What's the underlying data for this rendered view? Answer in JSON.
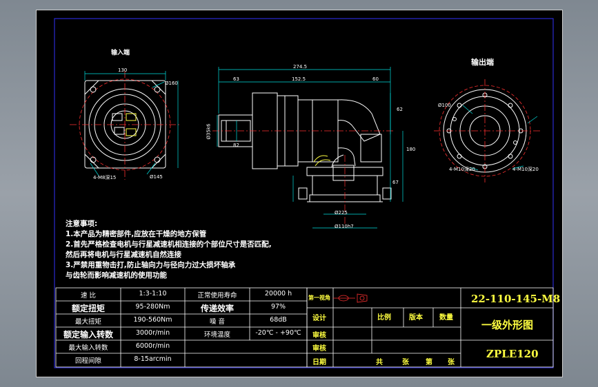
{
  "views": {
    "input_end_label": "输入端",
    "output_end_label": "输出端"
  },
  "dimensions": {
    "input_width": "130",
    "input_circle": "Ø160",
    "input_bottom": "Ø145",
    "input_holes": "4-M8深15",
    "overall_length": "274.5",
    "body_length": "152.5",
    "shaft_length": "63",
    "right_offset": "60",
    "height_up": "62",
    "height_total": "180",
    "right_height": "67",
    "flange": "Ø225",
    "base_dia": "Ø110h7",
    "out_circle": "Ø100",
    "out_holes_a": "4-M10深20",
    "out_holes_b": "4-M10深20",
    "shaft_dia_a": "Ø35k6",
    "shaft_dia_b": "82"
  },
  "notes": {
    "title": "注意事项:",
    "lines": [
      "1.本产品为精密部件,应放在干燥的地方保管",
      "2.首先严格检查电机与行星减速机相连接的个部位尺寸是否匹配,",
      "然后再将电机与行星减速机自然连接",
      "3.严禁用重物击打,防止轴向力与径向力过大损坏轴承",
      "与齿轮而影响减速机的使用功能"
    ]
  },
  "specs": [
    [
      "速  比",
      "1:3-1:10",
      "正常使用寿命",
      "20000 h"
    ],
    [
      "额定扭矩",
      "95-280Nm",
      "传递效率",
      "97%"
    ],
    [
      "最大扭矩",
      "190-560Nm",
      "噪  音",
      "68dB"
    ],
    [
      "额定输入转数",
      "3000r/min",
      "环境温度",
      "-20℃ - +90℃"
    ],
    [
      "最大输入转数",
      "6000r/min",
      "",
      ""
    ],
    [
      "回程间隙",
      "8-15arcmin",
      "",
      ""
    ]
  ],
  "title_block": {
    "projection_label": "第一视角",
    "rows": [
      "设计",
      "审核",
      "审核",
      "日期"
    ],
    "col_scale": "比例",
    "col_version": "版本",
    "col_qty": "数量",
    "sheet_total": "共",
    "sheet_unit": "张",
    "sheet_no": "第",
    "sheet_unit2": "张",
    "drawing_no": "22-110-145-M8",
    "drawing_name": "一级外形图",
    "model": "ZPLE120"
  },
  "colors": {
    "line": "#ffffff",
    "center_line": "#ff3030",
    "dim_line": "#00e0e0",
    "frame": "#2020c0",
    "title_text": "#ffff40"
  }
}
